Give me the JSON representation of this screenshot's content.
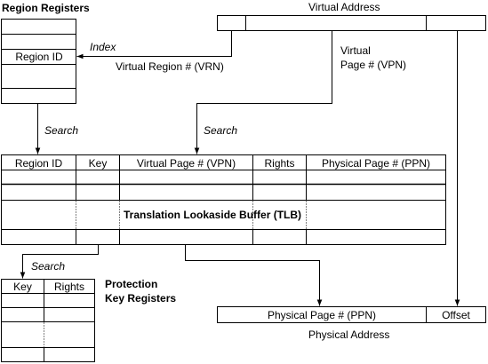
{
  "region_registers": {
    "title": "Region Registers",
    "entry_label": "Region ID"
  },
  "virtual_address": {
    "title": "Virtual Address"
  },
  "labels": {
    "index": "Index",
    "vrn": "Virtual Region # (VRN)",
    "vpn_line1": "Virtual",
    "vpn_line2": "Page # (VPN)",
    "search_left": "Search",
    "search_mid": "Search",
    "search_pkr": "Search"
  },
  "tlb": {
    "columns": [
      "Region ID",
      "Key",
      "Virtual Page # (VPN)",
      "Rights",
      "Physical Page # (PPN)"
    ],
    "title": "Translation Lookaside Buffer (TLB)"
  },
  "protection_key_registers": {
    "title_line1": "Protection",
    "title_line2": "Key Registers",
    "columns": [
      "Key",
      "Rights"
    ]
  },
  "physical_address": {
    "fields": [
      "Physical Page # (PPN)",
      "Offset"
    ],
    "caption": "Physical Address"
  }
}
